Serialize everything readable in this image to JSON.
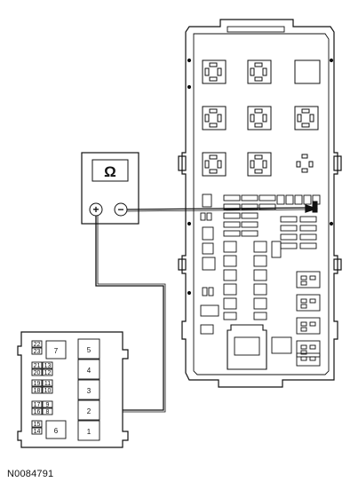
{
  "meter": {
    "ohm_symbol": "Ω",
    "plus_symbol": "+",
    "minus_symbol": "−"
  },
  "connector": {
    "left_pins": [
      "22",
      "23",
      "21",
      "20",
      "19",
      "18",
      "17",
      "16",
      "15",
      "14"
    ],
    "left_pins_b": [
      "13",
      "12",
      "11",
      "10",
      "9",
      "8"
    ],
    "large_pins": [
      "7",
      "6"
    ],
    "right_pins": [
      "5",
      "4",
      "3",
      "2",
      "1"
    ]
  },
  "figure_id": "N0084791"
}
